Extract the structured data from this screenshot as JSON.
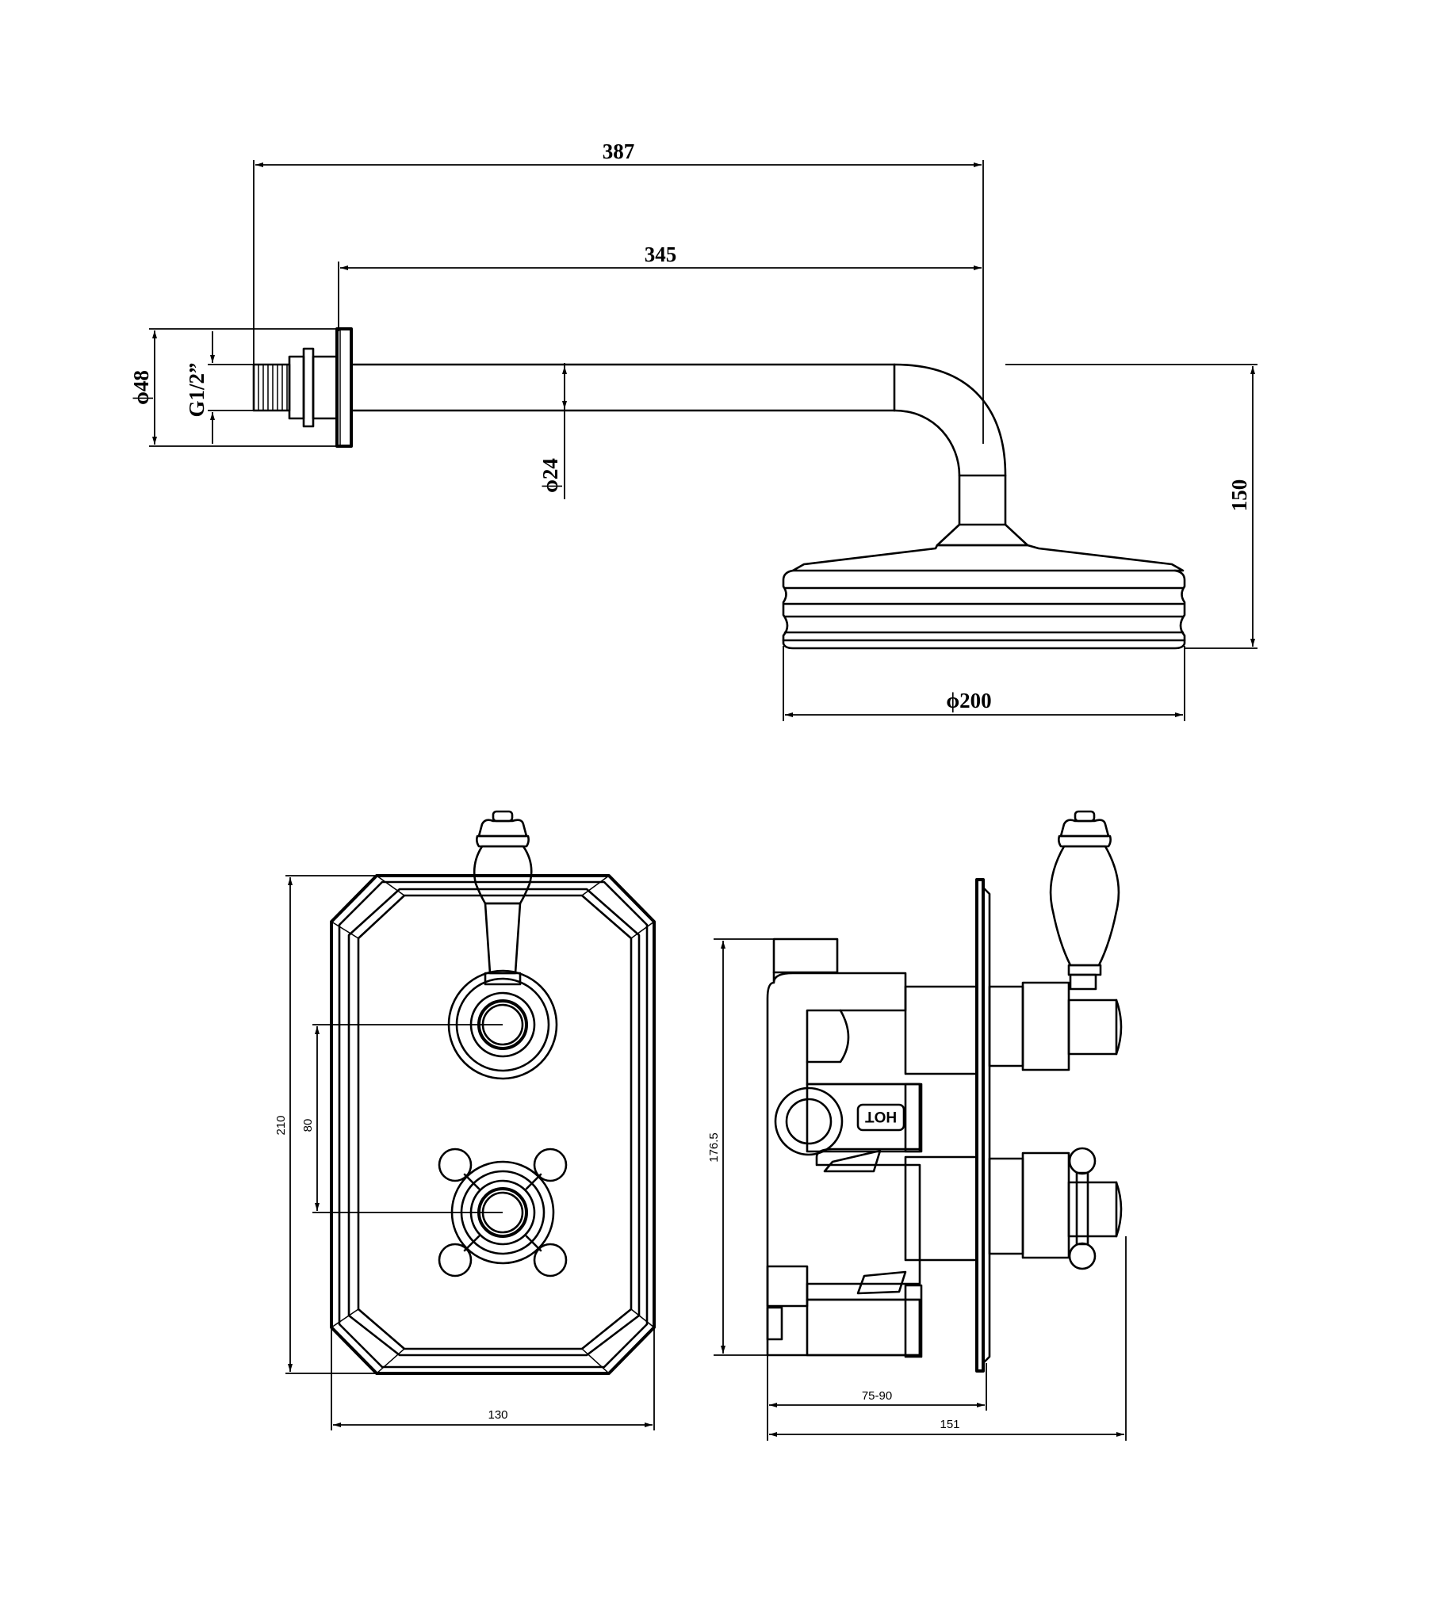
{
  "shower_arm": {
    "overall_length": "387",
    "arm_length": "345",
    "flange_diameter": "ϕ48",
    "thread": "G1/2”",
    "arm_diameter": "ϕ24",
    "head_height": "150",
    "head_diameter": "ϕ200"
  },
  "valve_front": {
    "height": "210",
    "handle_spacing": "80",
    "width": "130"
  },
  "valve_side": {
    "body_height": "176.5",
    "wall_depth": "75-90",
    "total_depth": "151",
    "port_label": "HOT"
  }
}
